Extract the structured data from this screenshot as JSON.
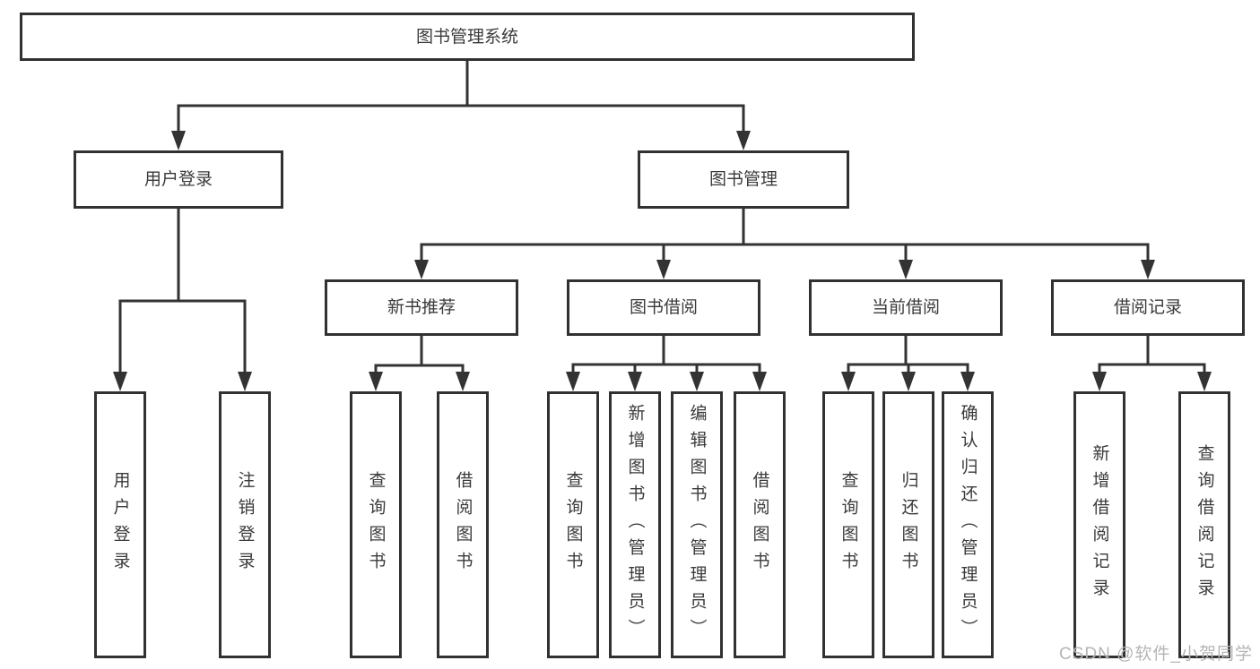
{
  "tree": {
    "label": "图书管理系统",
    "children": [
      {
        "label": "用户登录",
        "children": [
          {
            "label": "用户登录"
          },
          {
            "label": "注销登录"
          }
        ]
      },
      {
        "label": "图书管理",
        "children": [
          {
            "label": "新书推荐",
            "children": [
              {
                "label": "查询图书"
              },
              {
                "label": "借阅图书"
              }
            ]
          },
          {
            "label": "图书借阅",
            "children": [
              {
                "label": "查询图书"
              },
              {
                "label": "新增图书（管理员）"
              },
              {
                "label": "编辑图书（管理员）"
              },
              {
                "label": "借阅图书"
              }
            ]
          },
          {
            "label": "当前借阅",
            "children": [
              {
                "label": "查询图书"
              },
              {
                "label": "归还图书"
              },
              {
                "label": "确认归还（管理员）"
              }
            ]
          },
          {
            "label": "借阅记录",
            "children": [
              {
                "label": "新增借阅记录"
              },
              {
                "label": "查询借阅记录"
              }
            ]
          }
        ]
      }
    ]
  },
  "watermark": {
    "text": "CSDN @软件_小贺同学"
  },
  "colors": {
    "line": "#333333",
    "node_border": "#313131",
    "node_text": "#3a3a3a",
    "background": "#ffffff",
    "watermark": "#b5b5b5"
  }
}
